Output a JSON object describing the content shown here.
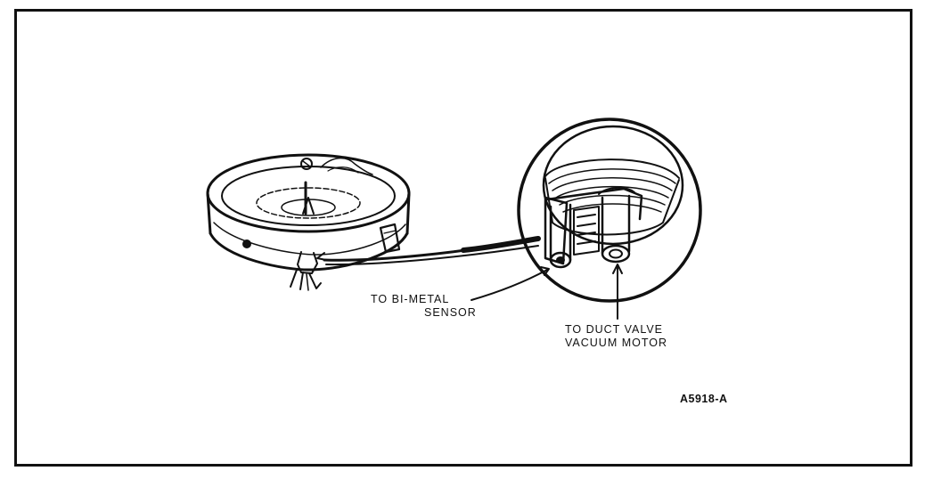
{
  "labels": {
    "bimetal_line1": "TO BI-METAL",
    "bimetal_line2": "SENSOR",
    "duct_line1": "TO DUCT VALVE",
    "duct_line2": "VACUUM MOTOR"
  },
  "figure_id": "A5918-A",
  "colors": {
    "ink": "#111111",
    "paper": "#ffffff"
  }
}
